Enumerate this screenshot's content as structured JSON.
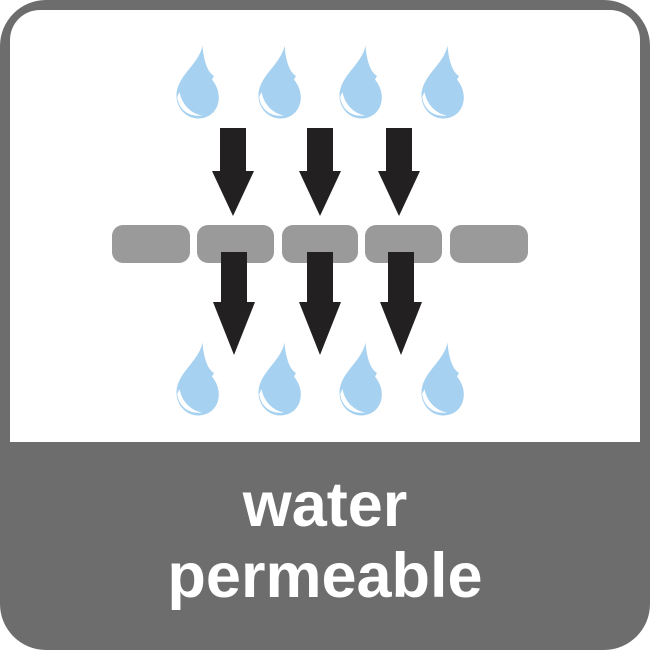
{
  "pictogram": {
    "name": "water-permeable",
    "caption": {
      "line1": "water",
      "line2": "permeable"
    },
    "elements": {
      "top_drops": 4,
      "top_arrows": 3,
      "barrier_segments": 5,
      "bottom_arrows": 3,
      "bottom_drops": 4
    },
    "colors": {
      "frame_gray": "#6e6d6d",
      "panel_white": "#ffffff",
      "bar_gray": "#9b9a9a",
      "drop_blue": "#a7d1f0",
      "arrow_black": "#232021",
      "text_white": "#ffffff"
    }
  }
}
